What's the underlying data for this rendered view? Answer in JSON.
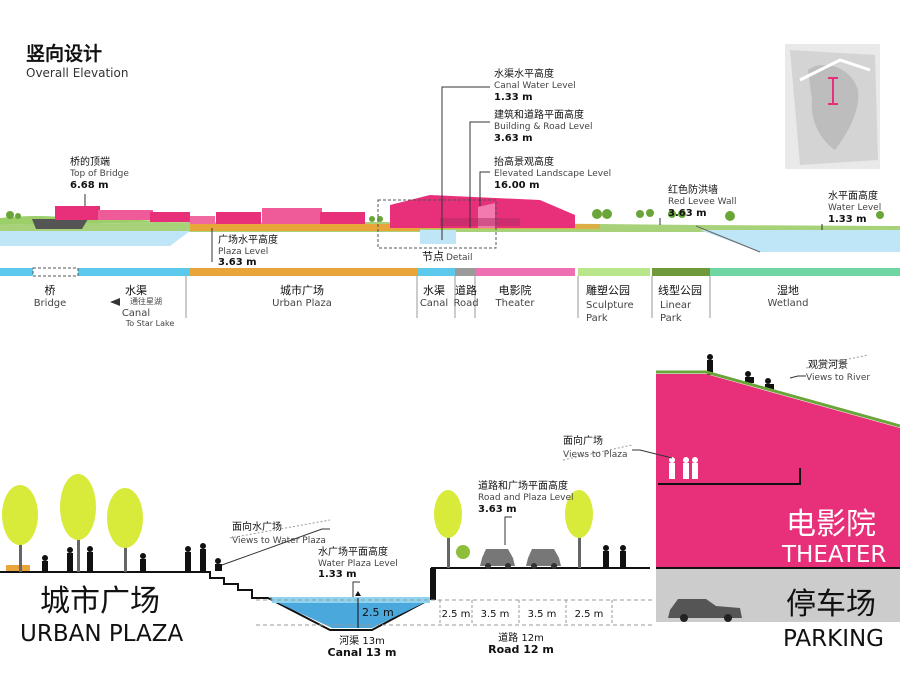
{
  "page": {
    "title_cn": "竖向设计",
    "title_en": "Overall Elevation"
  },
  "elevation_labels": {
    "canal_water": {
      "cn": "水渠水平高度",
      "en": "Canal Water Level",
      "value": "1.33 m"
    },
    "building_road": {
      "cn": "建筑和道路平面高度",
      "en": "Building & Road Level",
      "value": "3.63 m"
    },
    "elevated_landscape": {
      "cn": "抬高景观高度",
      "en": "Elevated Landscape Level",
      "value": "16.00 m"
    },
    "top_of_bridge": {
      "cn": "桥的顶端",
      "en": "Top of Bridge",
      "value": "6.68 m"
    },
    "plaza_level": {
      "cn": "广场水平高度",
      "en": "Plaza Level",
      "value": "3.63 m"
    },
    "red_levee": {
      "cn": "红色防洪墙",
      "en": "Red Levee Wall",
      "value": "3.63 m"
    },
    "water_level": {
      "cn": "水平面高度",
      "en": "Water Level",
      "value": "1.33 m"
    },
    "detail": {
      "cn": "节点",
      "en": "Detail"
    }
  },
  "zones": [
    {
      "cn": "桥",
      "en": "Bridge",
      "color": "#ffffff"
    },
    {
      "cn": "水渠",
      "en": "Canal",
      "sub_cn": "通往星湖",
      "sub_en": "To Star Lake",
      "color": "#5cc8ec"
    },
    {
      "cn": "城市广场",
      "en": "Urban Plaza",
      "color": "#e8a63a"
    },
    {
      "cn": "水渠",
      "en": "Canal",
      "color": "#5cc8ec"
    },
    {
      "cn": "道路",
      "en": "Road",
      "color": "#9a9a9a"
    },
    {
      "cn": "电影院",
      "en": "Theater",
      "color": "#ef6fb3"
    },
    {
      "cn": "雕塑公园",
      "en": "Sculpture Park",
      "color": "#b9e58b"
    },
    {
      "cn": "线型公园",
      "en": "Linear Park",
      "color": "#6f9a3c"
    },
    {
      "cn": "湿地",
      "en": "Wetland",
      "color": "#6fd6a3"
    }
  ],
  "section": {
    "views_to_water_plaza": {
      "cn": "面向水广场",
      "en": "Views to Water Plaza"
    },
    "water_plaza_level": {
      "cn": "水广场平面高度",
      "en": "Water Plaza Level",
      "value": "1.33 m"
    },
    "road_plaza_level": {
      "cn": "道路和广场平面高度",
      "en": "Road and Plaza Level",
      "value": "3.63 m"
    },
    "views_to_plaza": {
      "cn": "面向广场",
      "en": "Views to Plaza"
    },
    "views_to_river": {
      "cn": "观赏河景",
      "en": "Views to River"
    },
    "canal_depth": "2.5 m",
    "lanes": [
      "2.5 m",
      "3.5 m",
      "3.5 m",
      "2.5 m"
    ],
    "canal_width": {
      "cn": "河渠 13m",
      "en": "Canal 13 m"
    },
    "road_width": {
      "cn": "道路 12m",
      "en": "Road 12 m"
    },
    "urban_plaza": {
      "cn": "城市广场",
      "en": "URBAN PLAZA"
    },
    "theater": {
      "cn": "电影院",
      "en": "THEATER"
    },
    "parking": {
      "cn": "停车场",
      "en": "PARKING"
    }
  },
  "colors": {
    "magenta": "#e8307a",
    "magenta_light": "#f06aa0",
    "water": "#8ed3f0",
    "water_deep": "#4aa8dc",
    "grass": "#8fbf3a",
    "tree": "#d8ea3a",
    "orange": "#e8a63a",
    "parking_gray": "#cccccc"
  }
}
